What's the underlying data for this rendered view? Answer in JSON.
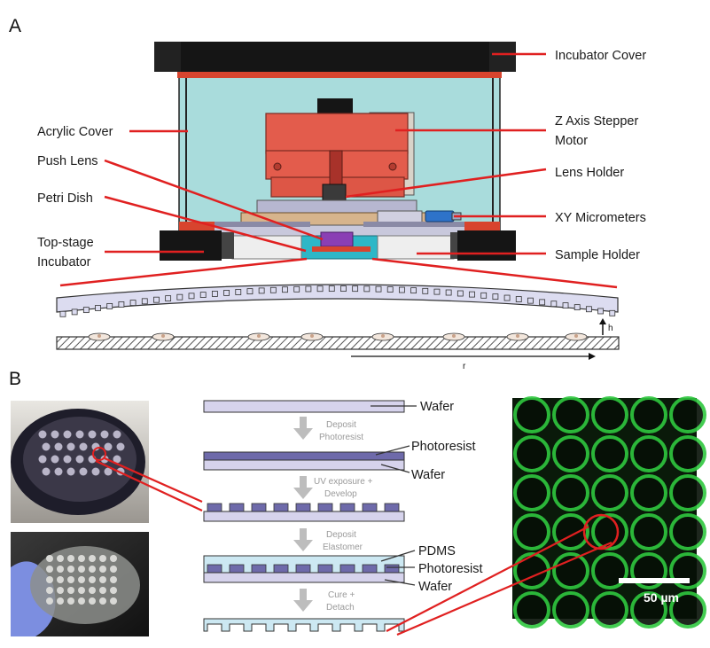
{
  "panels": {
    "a": "A",
    "b": "B"
  },
  "callouts_a": {
    "incubator_cover": "Incubator Cover",
    "acrylic_cover": "Acrylic Cover",
    "z_axis_1": "Z Axis Stepper",
    "z_axis_2": "Motor",
    "push_lens": "Push Lens",
    "lens_holder": "Lens Holder",
    "petri_dish": "Petri Dish",
    "xy_micrometers": "XY Micrometers",
    "top_stage_1": "Top-stage",
    "top_stage_2": "Incubator",
    "sample_holder": "Sample Holder"
  },
  "detail_axes": {
    "h": "h",
    "r": "r"
  },
  "process": {
    "wafer": "Wafer",
    "photoresist": "Photoresist",
    "pdms": "PDMS",
    "step1_1": "Deposit",
    "step1_2": "Photoresist",
    "step2_1": "UV exposure +",
    "step2_2": "Develop",
    "step3_1": "Deposit",
    "step3_2": "Elastomer",
    "step4_1": "Cure +",
    "step4_2": "Detach"
  },
  "scale_bar": "50 µm",
  "colors": {
    "callout_red": "#e02020",
    "acrylic": "#a9dcdc",
    "motor": "#e35c4c",
    "resist": "#6e6aaa",
    "wafer": "#d6d3ec",
    "pdms": "#cce8f2",
    "fluor": "#2fc73f"
  }
}
